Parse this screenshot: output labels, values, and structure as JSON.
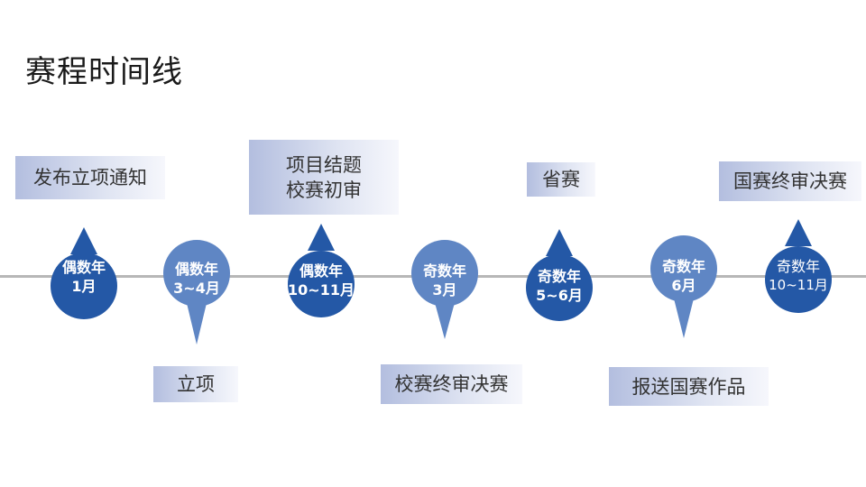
{
  "title": "赛程时间线",
  "colors": {
    "dark_node": "#2458a6",
    "light_node": "#5f86c4",
    "axis": "#b7b7b7"
  },
  "nodes": [
    {
      "line1": "偶数年",
      "line2": "1月"
    },
    {
      "line1": "偶数年",
      "line2": "3~4月"
    },
    {
      "line1": "偶数年",
      "line2": "10~11月"
    },
    {
      "line1": "奇数年",
      "line2": "3月"
    },
    {
      "line1": "奇数年",
      "line2": "5~6月"
    },
    {
      "line1": "奇数年",
      "line2": "6月"
    },
    {
      "line1": "奇数年",
      "line2": "10~11月"
    }
  ],
  "events": [
    {
      "lines": [
        "发布立项通知"
      ]
    },
    {
      "lines": [
        "立项"
      ]
    },
    {
      "lines": [
        "项目结题",
        "校赛初审"
      ]
    },
    {
      "lines": [
        "校赛终审决赛"
      ]
    },
    {
      "lines": [
        "省赛"
      ]
    },
    {
      "lines": [
        "报送国赛作品"
      ]
    },
    {
      "lines": [
        "国赛终审决赛"
      ]
    }
  ]
}
